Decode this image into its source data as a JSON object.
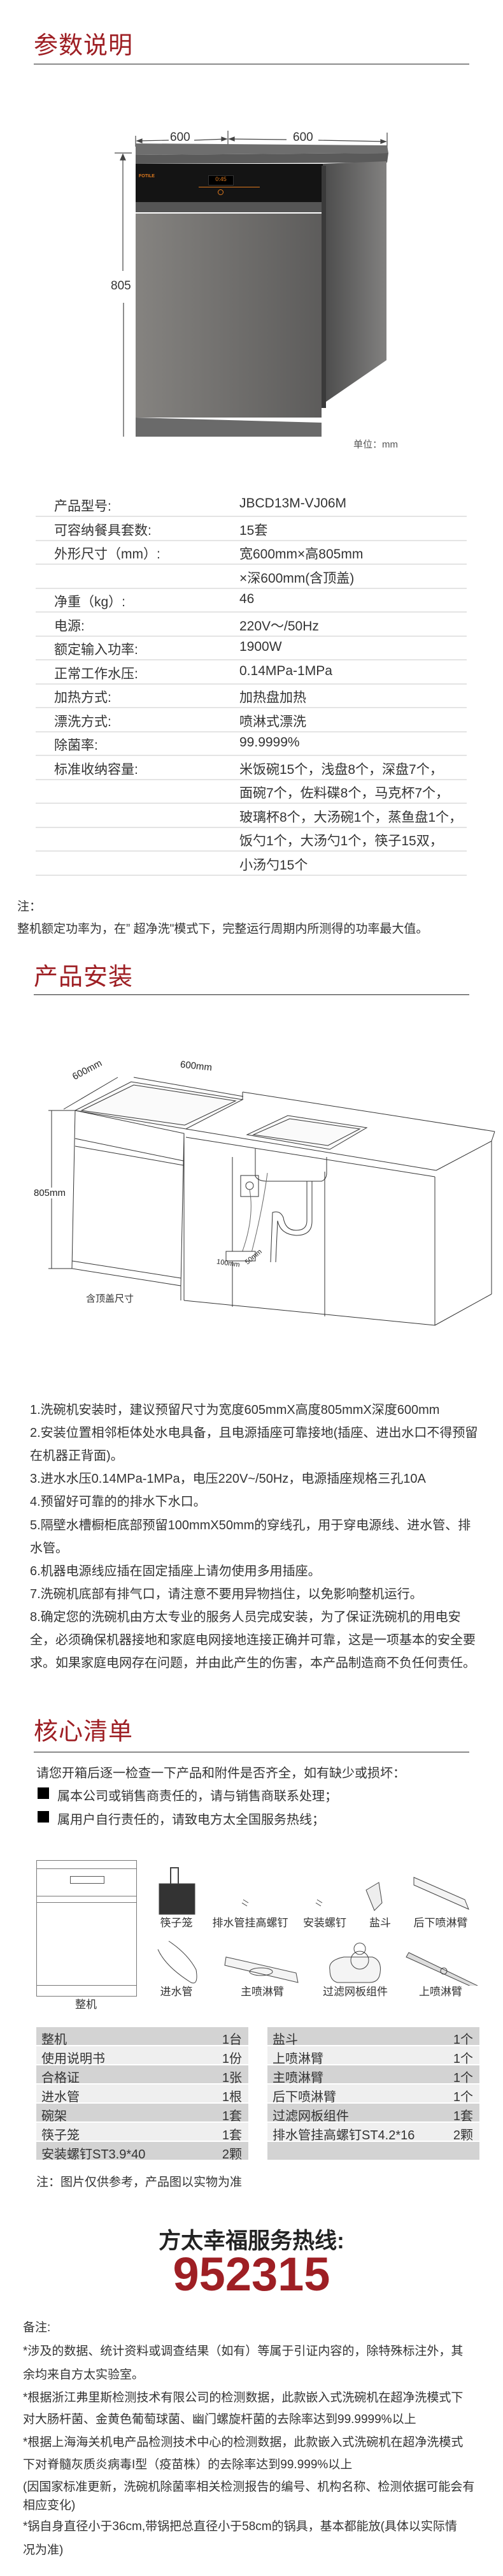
{
  "params": {
    "title": "参数说明",
    "dims": {
      "width": "600",
      "depth": "600",
      "height": "805",
      "unit": "单位：mm"
    },
    "brand_logo": "FOTILE",
    "display_time": "0:45",
    "specs": [
      {
        "label": "产品型号:",
        "value": "JBCD13M-VJ06M"
      },
      {
        "label": "可容纳餐具套数:",
        "value": "15套"
      },
      {
        "label": "外形尺寸（mm）:",
        "value": "宽600mm×高805mm"
      },
      {
        "label": "",
        "value": "×深600mm(含顶盖)"
      },
      {
        "label": "净重（kg）:",
        "value": "46"
      },
      {
        "label": "电源:",
        "value": "220V～/50Hz"
      },
      {
        "label": "额定输入功率:",
        "value": "1900W"
      },
      {
        "label": "正常工作水压:",
        "value": "0.14MPa-1MPa"
      },
      {
        "label": "加热方式:",
        "value": "加热盘加热"
      },
      {
        "label": "漂洗方式:",
        "value": "喷淋式漂洗"
      },
      {
        "label": "除菌率:",
        "value": "99.9999%"
      },
      {
        "label": "标准收纳容量:",
        "value": "米饭碗15个，浅盘8个，深盘7个，"
      },
      {
        "label": "",
        "value": "面碗7个，佐料碟8个，马克杯7个，"
      },
      {
        "label": "",
        "value": "玻璃杯8个，大汤碗1个，蒸鱼盘1个，"
      },
      {
        "label": "",
        "value": "饭勺1个，大汤勺1个，筷子15双，"
      },
      {
        "label": "",
        "value": "小汤勺15个"
      }
    ],
    "note_label": "注：",
    "note_text": "整机额定功率为，在” 超净洗\"模式下，完整运行周期内所测得的功率最大值。"
  },
  "install": {
    "title": "产品安装",
    "diagram": {
      "depth": "600mm",
      "width": "600mm",
      "height": "805mm",
      "hole_w": "100mm",
      "hole_h": "50mm",
      "caption": "含顶盖尺寸"
    },
    "lines": [
      "1.洗碗机安装时，建议预留尺寸为宽度605mmX高度805mmX深度600mm",
      "2.安装位置相邻柜体处水电具备，且电源插座可靠接地(插座、进出水口不得预留",
      "在机器正背面)。",
      "3.进水水压0.14MPa-1MPa，电压220V~/50Hz，电源插座规格三孔10A",
      "4.预留好可靠的的排水下水口。",
      "5.隔壁水槽橱柜底部预留100mmX50mm的穿线孔，用于穿电源线、进水管、排",
      "水管。",
      "6.机器电源线应插在固定插座上请勿使用多用插座。",
      "7.洗碗机底部有排气口，请注意不要用异物挡住，以免影响整机运行。",
      "8.确定您的洗碗机由方太专业的服务人员完成安装，为了保证洗碗机的用电安",
      "全，必须确保机器接地和家庭电网接地连接正确并可靠，这是一项基本的安全要",
      "求。如果家庭电网存在问题，并由此产生的伤害，本产品制造商不负任何责任。"
    ]
  },
  "checklist": {
    "title": "核心清单",
    "intro": "请您开箱后逐一检查一下产品和附件是否齐全，如有缺少或损坏：",
    "bullets": [
      "属本公司或销售商责任的，请与销售商联系处理；",
      "属用户自行责任的，请致电方太全国服务热线；"
    ],
    "main_unit_label": "整机",
    "accessories_row1": [
      "筷子笼",
      "排水管挂高螺钉",
      "安装螺钉",
      "盐斗",
      "后下喷淋臂"
    ],
    "accessories_row2": [
      "进水管",
      "主喷淋臂",
      "过滤网板组件",
      "上喷淋臂"
    ],
    "table_left": [
      {
        "name": "整机",
        "qty": "1台"
      },
      {
        "name": "使用说明书",
        "qty": "1份"
      },
      {
        "name": "合格证",
        "qty": "1张"
      },
      {
        "name": "进水管",
        "qty": "1根"
      },
      {
        "name": "碗架",
        "qty": "1套"
      },
      {
        "name": "筷子笼",
        "qty": "1套"
      },
      {
        "name": "安装螺钉ST3.9*40",
        "qty": "2颗"
      }
    ],
    "table_right": [
      {
        "name": "盐斗",
        "qty": "1个"
      },
      {
        "name": "上喷淋臂",
        "qty": "1个"
      },
      {
        "name": "主喷淋臂",
        "qty": "1个"
      },
      {
        "name": "后下喷淋臂",
        "qty": "1个"
      },
      {
        "name": "过滤网板组件",
        "qty": "1套"
      },
      {
        "name": "排水管挂高螺钉ST4.2*16",
        "qty": "2颗"
      },
      {
        "name": "",
        "qty": ""
      }
    ],
    "note": "注：图片仅供参考，产品图以实物为准"
  },
  "hotline": {
    "label": "方太幸福服务热线:",
    "number": "952315",
    "color": "#9e1f24"
  },
  "remarks": {
    "label": "备注:",
    "lines": [
      "*涉及的数据、统计资料或调查结果（如有）等属于引证内容的，除特殊标注外，其",
      "余均来自方太实验室。",
      "*根据浙江弗里斯检测技术有限公司的检测数据，此款嵌入式洗碗机在超净洗模式下",
      "对大肠杆菌、金黄色葡萄球菌、幽门螺旋杆菌的去除率达到99.9999%以上",
      "*根据上海海关机电产品检测技术中心的检测数据，此款嵌入式洗碗机在超净洗模式",
      "下对脊髓灰质炎病毒I型（疫苗株）的去除率达到99.999%以上",
      "(因国家标准更新，洗碗机除菌率相关检测报告的编号、机构名称、检测依据可能会有",
      "相应变化)",
      "*锅自身直径小于36cm,带锅把总直径小于58cm的锅具，基本都能放(具体以实际情",
      "况为准)"
    ]
  }
}
